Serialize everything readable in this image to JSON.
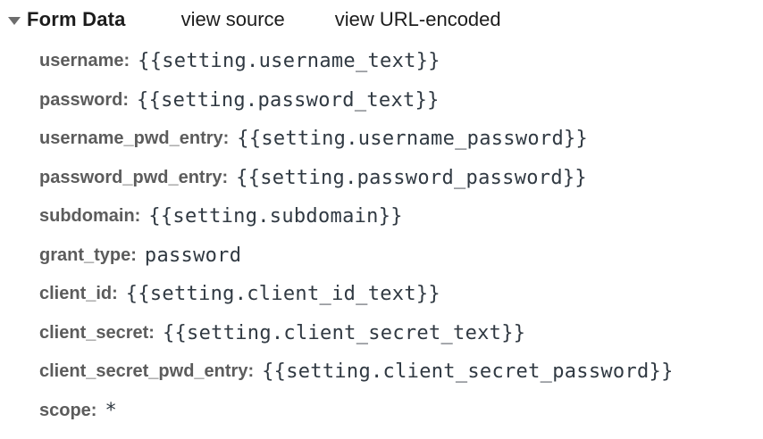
{
  "header": {
    "title": "Form Data",
    "view_source_label": "view source",
    "view_url_encoded_label": "view URL-encoded",
    "disclosure_state": "expanded"
  },
  "form_data": {
    "rows": [
      {
        "key": "username:",
        "value": "{{setting.username_text}}"
      },
      {
        "key": "password:",
        "value": "{{setting.password_text}}"
      },
      {
        "key": "username_pwd_entry:",
        "value": "{{setting.username_password}}"
      },
      {
        "key": "password_pwd_entry:",
        "value": "{{setting.password_password}}"
      },
      {
        "key": "subdomain:",
        "value": "{{setting.subdomain}}"
      },
      {
        "key": "grant_type:",
        "value": "password"
      },
      {
        "key": "client_id:",
        "value": "{{setting.client_id_text}}"
      },
      {
        "key": "client_secret:",
        "value": "{{setting.client_secret_text}}"
      },
      {
        "key": "client_secret_pwd_entry:",
        "value": "{{setting.client_secret_password}}"
      },
      {
        "key": "scope:",
        "value": "*"
      }
    ]
  },
  "icons": {
    "disclosure": "triangle-down-icon"
  },
  "colors": {
    "background": "#ffffff",
    "title": "#1c1c1c",
    "link": "#1c1c1c",
    "key": "#5c5c5c",
    "value": "#303942",
    "disclosure_triangle": "#6d6d6d"
  }
}
